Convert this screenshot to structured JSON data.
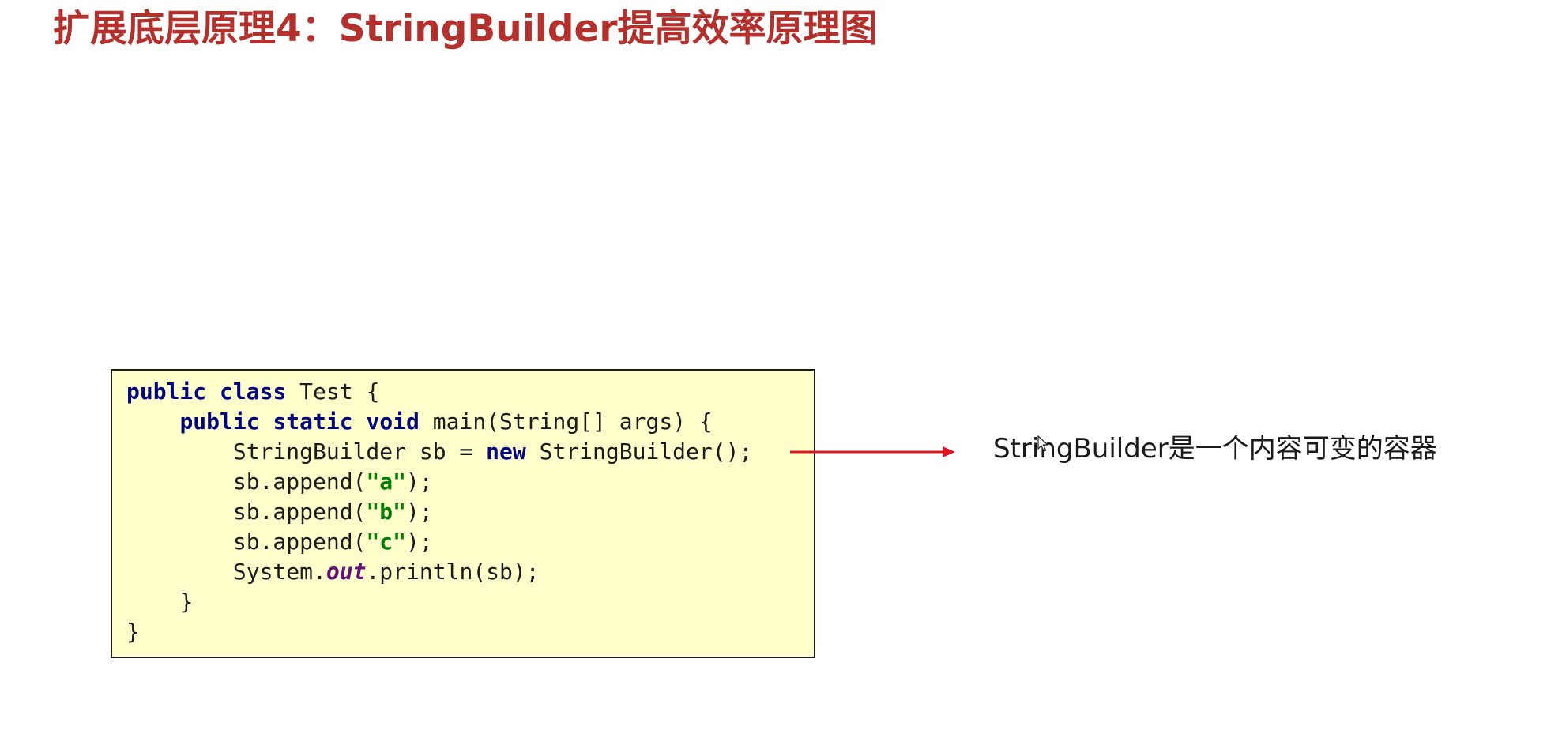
{
  "slide": {
    "title": "扩展底层原理4：StringBuilder提高效率原理图"
  },
  "code": {
    "lines": [
      {
        "indent": "",
        "tokens": [
          {
            "t": "kw",
            "v": "public"
          },
          {
            "t": "plain",
            "v": " "
          },
          {
            "t": "kw",
            "v": "class"
          },
          {
            "t": "plain",
            "v": " Test {"
          }
        ]
      },
      {
        "indent": "    ",
        "tokens": [
          {
            "t": "kw",
            "v": "public"
          },
          {
            "t": "plain",
            "v": " "
          },
          {
            "t": "kw",
            "v": "static"
          },
          {
            "t": "plain",
            "v": " "
          },
          {
            "t": "kw",
            "v": "void"
          },
          {
            "t": "plain",
            "v": " main(String[] args) {"
          }
        ]
      },
      {
        "indent": "        ",
        "tokens": [
          {
            "t": "plain",
            "v": "StringBuilder sb = "
          },
          {
            "t": "kw",
            "v": "new"
          },
          {
            "t": "plain",
            "v": " StringBuilder();"
          }
        ]
      },
      {
        "indent": "        ",
        "tokens": [
          {
            "t": "plain",
            "v": "sb.append("
          },
          {
            "t": "str",
            "v": "\"a\""
          },
          {
            "t": "plain",
            "v": ");"
          }
        ]
      },
      {
        "indent": "        ",
        "tokens": [
          {
            "t": "plain",
            "v": "sb.append("
          },
          {
            "t": "str",
            "v": "\"b\""
          },
          {
            "t": "plain",
            "v": ");"
          }
        ]
      },
      {
        "indent": "        ",
        "tokens": [
          {
            "t": "plain",
            "v": "sb.append("
          },
          {
            "t": "str",
            "v": "\"c\""
          },
          {
            "t": "plain",
            "v": ");"
          }
        ]
      },
      {
        "indent": "        ",
        "tokens": [
          {
            "t": "plain",
            "v": "System."
          },
          {
            "t": "fld",
            "v": "out"
          },
          {
            "t": "plain",
            "v": ".println(sb);"
          }
        ]
      },
      {
        "indent": "    ",
        "tokens": [
          {
            "t": "plain",
            "v": "}"
          }
        ]
      },
      {
        "indent": "",
        "tokens": [
          {
            "t": "plain",
            "v": "}"
          }
        ]
      }
    ]
  },
  "annotation": {
    "text": "StringBuilder是一个内容可变的容器"
  },
  "colors": {
    "title": "#b4302c",
    "arrow": "#e0141e",
    "code_background": "#ffffcc",
    "keyword": "#000080",
    "string": "#008000",
    "field": "#660e7a"
  }
}
